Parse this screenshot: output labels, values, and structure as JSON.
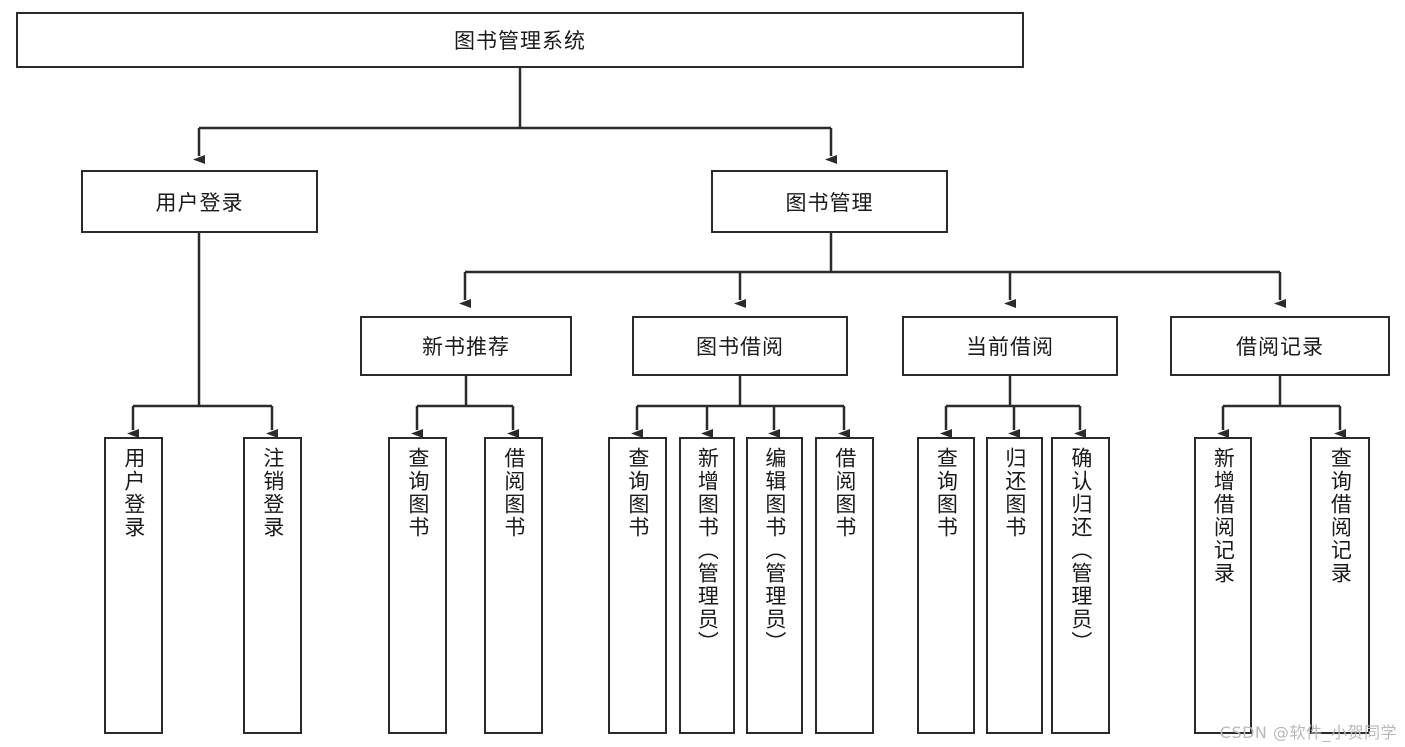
{
  "diagram": {
    "type": "tree-hierarchy-chart",
    "title": "图书管理系统",
    "watermark": "CSDN @软件_小贺同学",
    "colors": {
      "box_border": "#2b2b2b",
      "box_fill": "#ffffff",
      "line": "#2b2b2b",
      "text": "#1a1a1a",
      "watermark": "#b9b9b9"
    },
    "levels": {
      "root": {
        "label": "图书管理系统"
      },
      "level2": [
        {
          "label": "用户登录"
        },
        {
          "label": "图书管理"
        }
      ],
      "level3": [
        {
          "label": "新书推荐"
        },
        {
          "label": "图书借阅"
        },
        {
          "label": "当前借阅"
        },
        {
          "label": "借阅记录"
        }
      ],
      "leaves": [
        {
          "label": "用户登录",
          "parent": "用户登录"
        },
        {
          "label": "注销登录",
          "parent": "用户登录"
        },
        {
          "label": "查询图书",
          "parent": "新书推荐"
        },
        {
          "label": "借阅图书",
          "parent": "新书推荐"
        },
        {
          "label": "查询图书",
          "parent": "图书借阅"
        },
        {
          "label": "新增图书（管理员）",
          "parent": "图书借阅"
        },
        {
          "label": "编辑图书（管理员）",
          "parent": "图书借阅"
        },
        {
          "label": "借阅图书",
          "parent": "图书借阅"
        },
        {
          "label": "查询图书",
          "parent": "当前借阅"
        },
        {
          "label": "归还图书",
          "parent": "当前借阅"
        },
        {
          "label": "确认归还（管理员）",
          "parent": "当前借阅"
        },
        {
          "label": "新增借阅记录",
          "parent": "借阅记录"
        },
        {
          "label": "查询借阅记录",
          "parent": "借阅记录"
        }
      ]
    }
  }
}
